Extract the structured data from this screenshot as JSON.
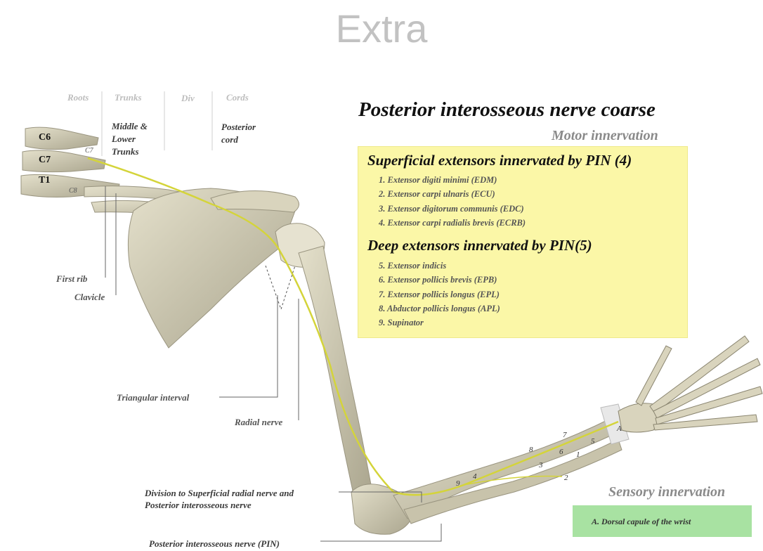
{
  "slide": {
    "title": "Extra"
  },
  "header": {
    "title": "Posterior interosseous nerve coarse",
    "motor_label": "Motor innervation",
    "sensory_label": "Sensory innervation"
  },
  "superficial": {
    "heading": "Superficial extensors innervated by PIN (4)",
    "items": [
      "1. Extensor digiti minimi (EDM)",
      "2. Extensor carpi ulnaris (ECU)",
      "3. Extensor digitorum communis (EDC)",
      "4. Extensor carpi radialis brevis (ECRB)"
    ]
  },
  "deep": {
    "heading": "Deep extensors innervated by PIN(5)",
    "items": [
      "5. Extensor indicis",
      "6. Extensor pollicis brevis (EPB)",
      "7. Extensor pollicis longus (EPL)",
      "8. Abductor pollicis longus (APL)",
      "9. Supinator"
    ]
  },
  "sensory": {
    "item": "A. Dorsal capule of the wrist"
  },
  "plexus_headers": {
    "roots": "Roots",
    "trunks": "Trunks",
    "div": "Div",
    "cords": "Cords"
  },
  "plexus_labels": {
    "trunks_line1": "Middle &",
    "trunks_line2": "Lower",
    "trunks_line3": "Trunks",
    "cord_line1": "Posterior",
    "cord_line2": "cord"
  },
  "vertebrae": {
    "c6": "C6",
    "c7": "C7",
    "t1": "T1",
    "c7_root": "C7",
    "c8_root": "C8"
  },
  "anatomy_labels": {
    "first_rib": "First rib",
    "clavicle": "Clavicle",
    "triangular_interval": "Triangular interval",
    "radial_nerve": "Radial nerve",
    "division_line1": "Division to Superficial radial nerve and",
    "division_line2": "Posterior interosseous nerve",
    "pin": "Posterior interosseous nerve (PIN)"
  },
  "markers": {
    "m1": "1",
    "m2": "2",
    "m3": "3",
    "m4": "4",
    "m5": "5",
    "m6": "6",
    "m7": "7",
    "m8": "8",
    "m9": "9",
    "mA": "A"
  },
  "colors": {
    "bone": "#d9d4bd",
    "bone_shadow": "#a9a48e",
    "nerve": "#d4d43a",
    "box_yellow": "#fbf7a7",
    "box_green": "#a8e2a2"
  }
}
